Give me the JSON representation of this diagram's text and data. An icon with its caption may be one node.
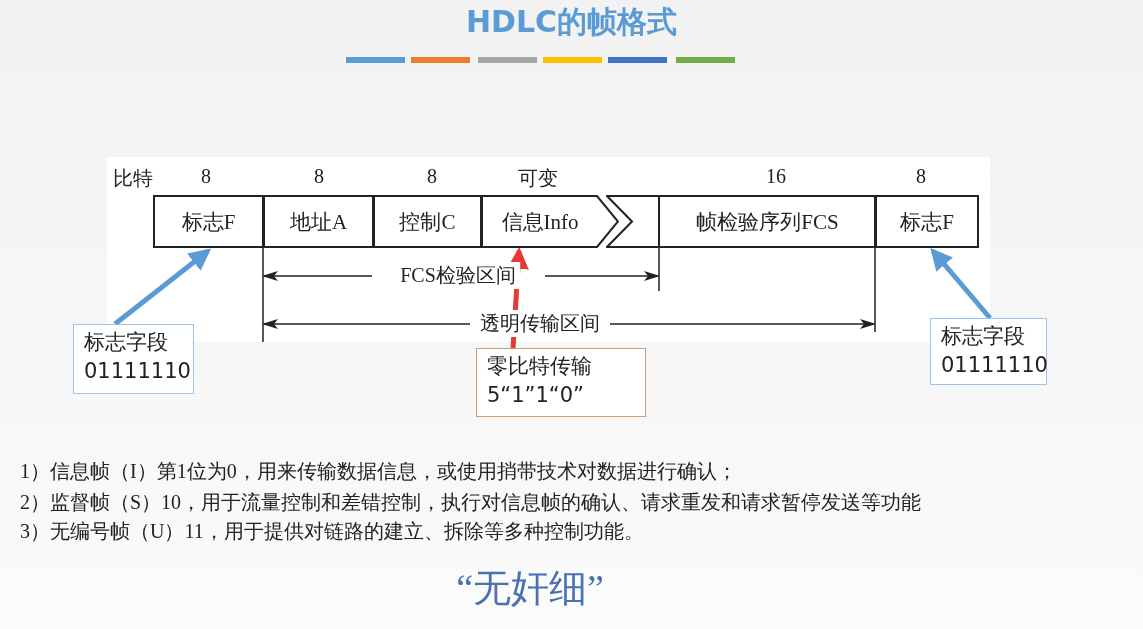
{
  "diagram": {
    "title": "HDLC的帧格式",
    "nodes": [
      {
        "text": [
          "标志F"
        ],
        "beside": [
          "8"
        ]
      },
      {
        "text": [
          "地址A"
        ],
        "beside": [
          "8"
        ]
      },
      {
        "text": [
          "控制C"
        ],
        "beside": [
          "8"
        ]
      },
      {
        "text": [
          "信息Info"
        ],
        "beside": [
          "可变"
        ]
      },
      {
        "text": [
          "帧检验序列FCS"
        ],
        "beside": [
          "16"
        ]
      },
      {
        "text": [
          "标志F"
        ],
        "beside": [
          "8"
        ]
      },
      {
        "text": [
          "标志字段",
          "01111110"
        ]
      },
      {
        "text": [
          "零比特传输",
          "5“1”1“0”"
        ]
      },
      {
        "text": [
          "标志字段",
          "01111110"
        ]
      }
    ],
    "edges": [
      {
        "from": 6,
        "to": 0,
        "arrow": "to"
      },
      {
        "from": 7,
        "to": 3,
        "arrow": "to",
        "color": "#e53935"
      },
      {
        "from": 8,
        "to": 5,
        "arrow": "to"
      }
    ],
    "labels": [
      "比特",
      "FCS检验区间",
      "透明传输区间",
      "1）信息帧（I）第1位为0，用来传输数据信息，或使用捎带技术对数据进行确认；",
      "2）监督帧（S）10，用于流量控制和差错控制，执行对信息帧的确认、请求重发和请求暂停发送等功能",
      "3）无编号帧（U）11，用于提供对链路的建立、拆除等多种控制功能。",
      "“无奸细”"
    ]
  }
}
